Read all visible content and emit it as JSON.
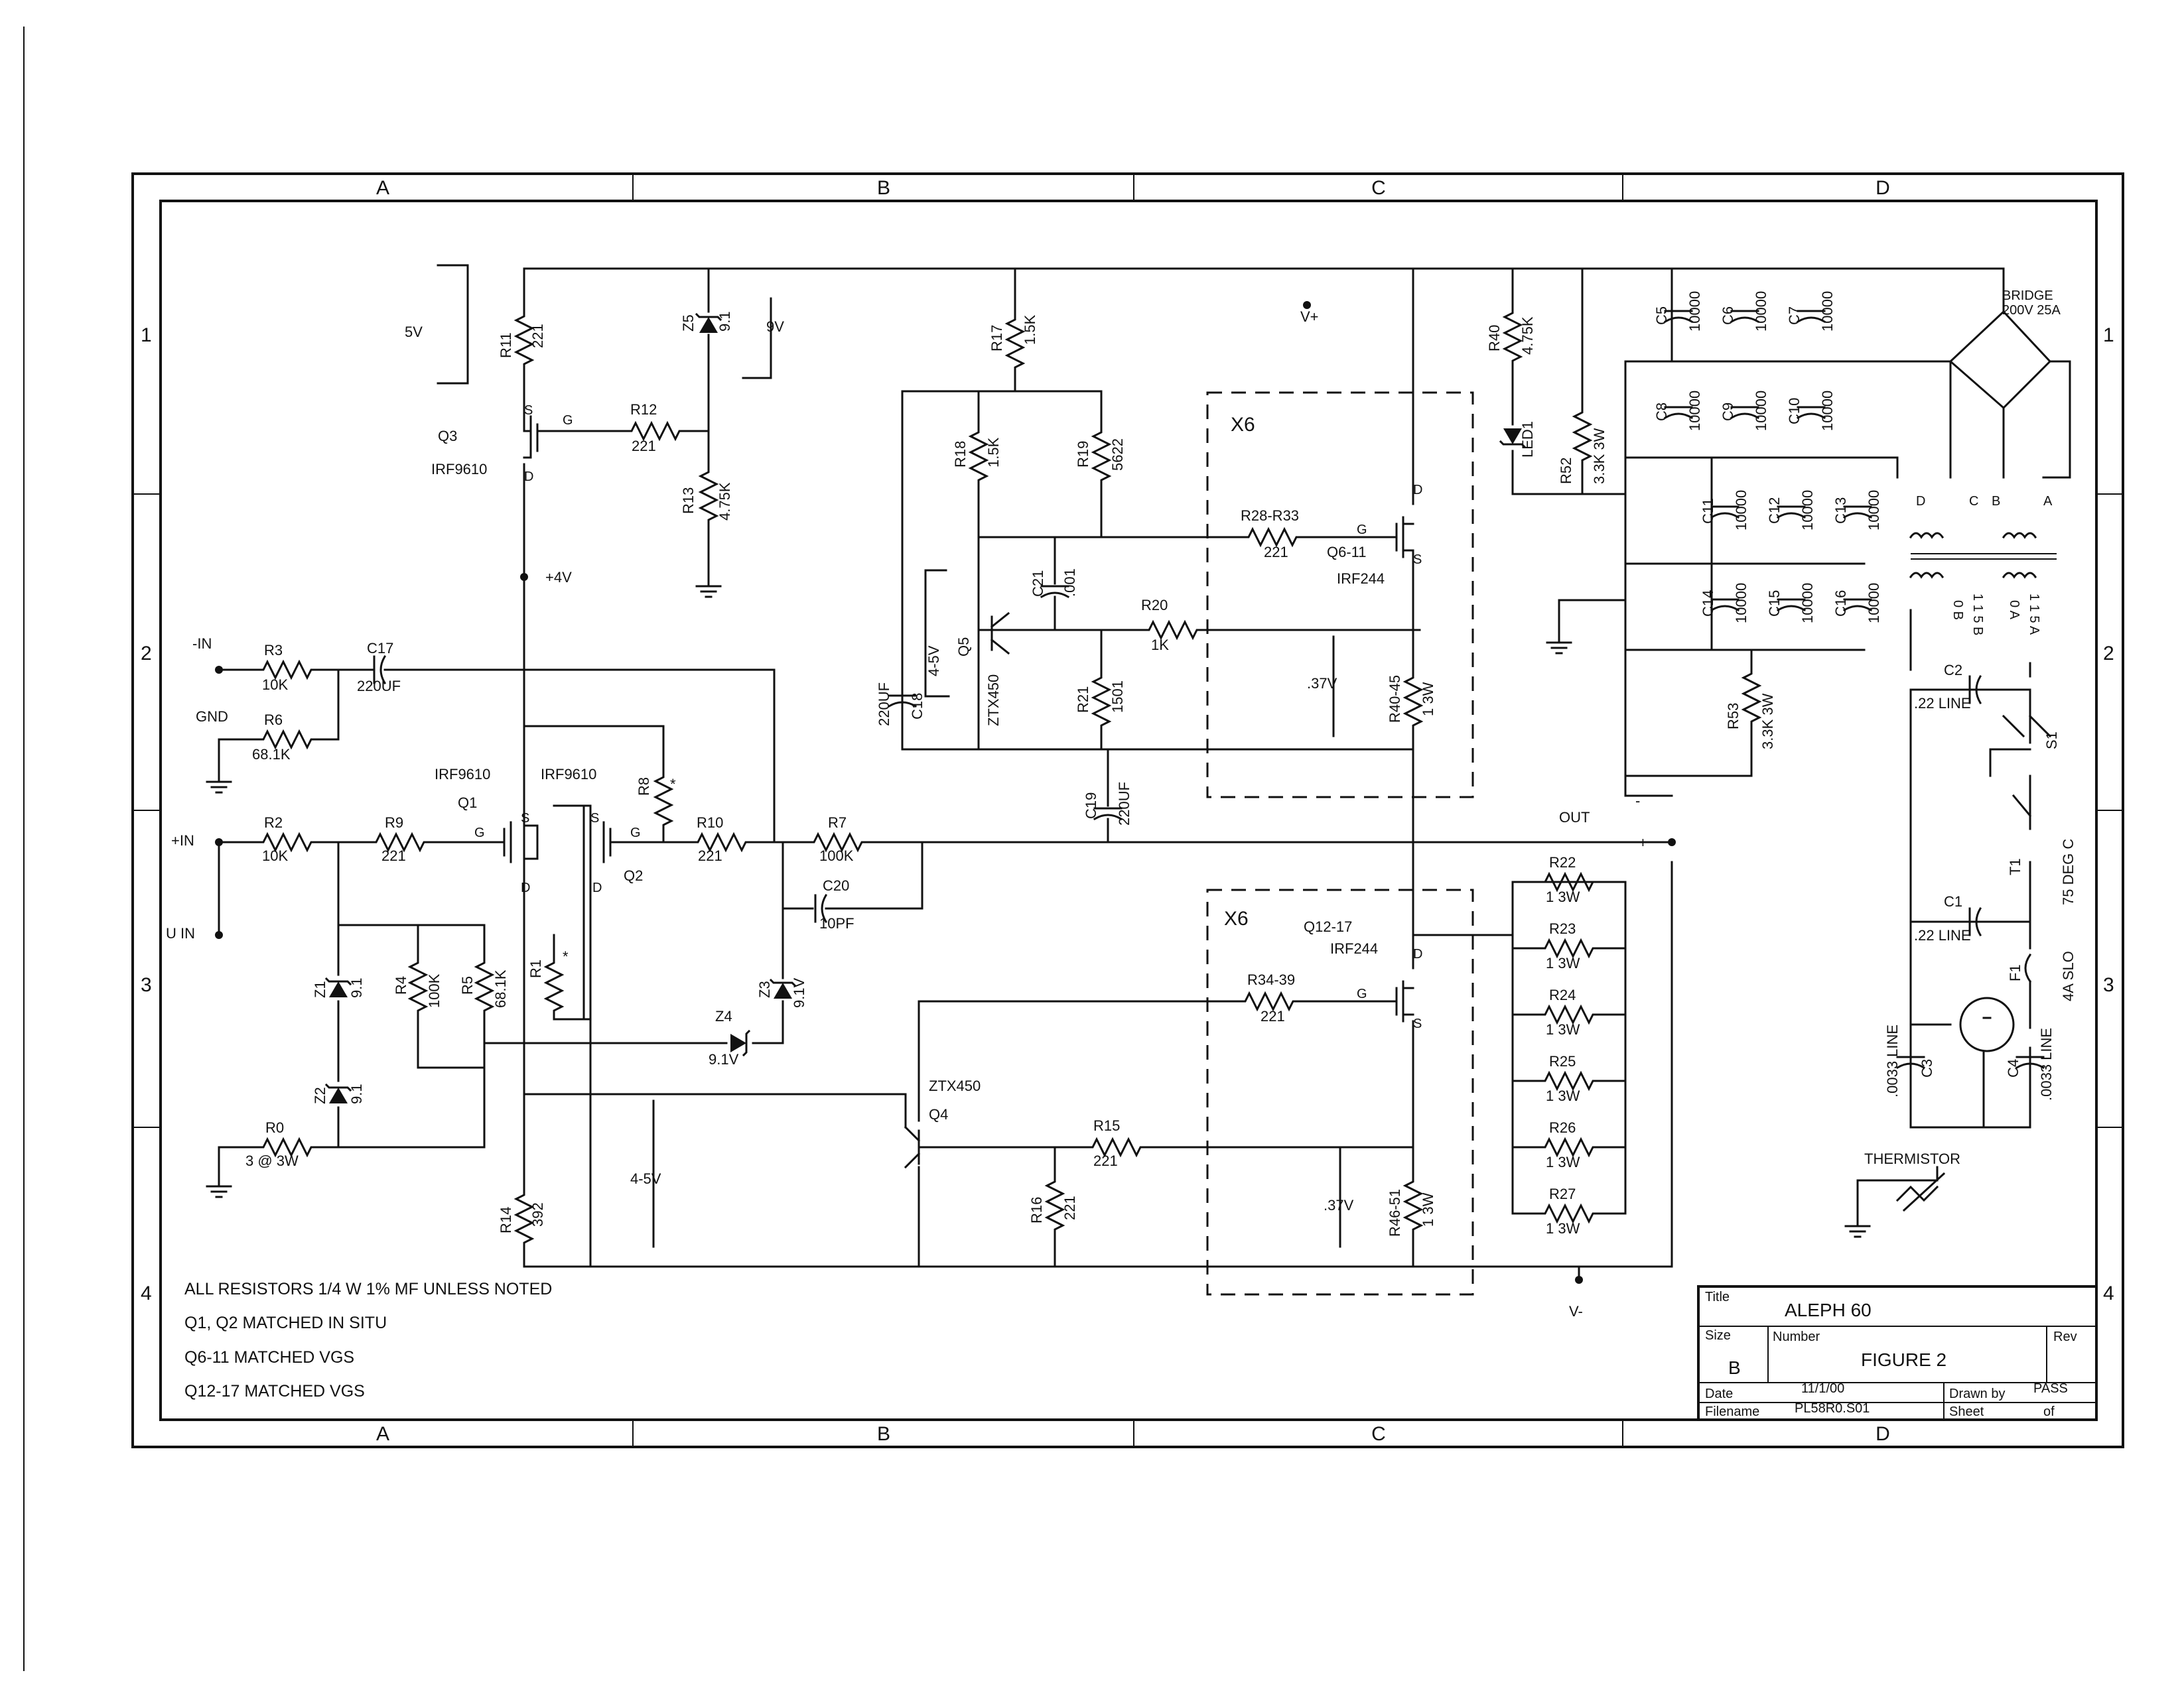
{
  "zones": {
    "cols": [
      "A",
      "B",
      "C",
      "D"
    ],
    "rows": [
      "1",
      "2",
      "3",
      "4"
    ]
  },
  "title_block": {
    "title_label": "Title",
    "title": "ALEPH 60",
    "size_label": "Size",
    "size": "B",
    "number_label": "Number",
    "number": "FIGURE 2",
    "rev_label": "Rev",
    "date_label": "Date",
    "date": "11/1/00",
    "drawn_by_label": "Drawn by",
    "drawn_by": "PASS",
    "filename_label": "Filename",
    "filename": "PL58R0.S01",
    "sheet_label": "Sheet",
    "of_label": "of"
  },
  "notes": [
    "ALL RESISTORS 1/4 W 1% MF UNLESS NOTED",
    "Q1, Q2 MATCHED IN SITU",
    "Q6-11 MATCHED VGS",
    "Q12-17 MATCHED VGS"
  ],
  "voltages": {
    "v5": "5V",
    "v9": "9V",
    "vplus": "V+",
    "vminus": "V-",
    "v4": "+4V",
    "v45a": "4-5V",
    "v45b": "4-5V",
    "v37a": ".37V",
    "v37b": ".37V"
  },
  "io": {
    "in_minus": "-IN",
    "gnd": "GND",
    "in_plus": "+IN",
    "u_in": "U IN",
    "out": "OUT",
    "out_plus": "+",
    "out_minus": "-"
  },
  "resistors": {
    "r11": {
      "ref": "R11",
      "val": "221"
    },
    "r12": {
      "ref": "R12",
      "val": "221"
    },
    "r13": {
      "ref": "R13",
      "val": "4.75K"
    },
    "r17": {
      "ref": "R17",
      "val": "1.5K"
    },
    "r18": {
      "ref": "R18",
      "val": "1.5K"
    },
    "r19": {
      "ref": "R19",
      "val": "5622"
    },
    "r20": {
      "ref": "R20",
      "val": "1K"
    },
    "r21": {
      "ref": "R21",
      "val": "1501"
    },
    "r28": {
      "ref": "R28-R33",
      "val": "221"
    },
    "r34": {
      "ref": "R34-39",
      "val": "221"
    },
    "r40": {
      "ref": "R40",
      "val": "4.75K"
    },
    "r52": {
      "ref": "R52",
      "val": "3.3K 3W"
    },
    "r53": {
      "ref": "R53",
      "val": "3.3K 3W"
    },
    "r3": {
      "ref": "R3",
      "val": "10K"
    },
    "r6": {
      "ref": "R6",
      "val": "68.1K"
    },
    "r2": {
      "ref": "R2",
      "val": "10K"
    },
    "r9": {
      "ref": "R9",
      "val": "221"
    },
    "r8": {
      "ref": "R8",
      "val": "*"
    },
    "r10": {
      "ref": "R10",
      "val": "221"
    },
    "r7": {
      "ref": "R7",
      "val": "100K"
    },
    "r1": {
      "ref": "R1",
      "val": "*"
    },
    "r4": {
      "ref": "R4",
      "val": "100K"
    },
    "r5": {
      "ref": "R5",
      "val": "68.1K"
    },
    "r0": {
      "ref": "R0",
      "val": "3 @ 3W"
    },
    "r14": {
      "ref": "R14",
      "val": "392"
    },
    "r15": {
      "ref": "R15",
      "val": "221"
    },
    "r16": {
      "ref": "R16",
      "val": "221"
    },
    "r40_45": {
      "ref": "R40-45",
      "val": "1 3W"
    },
    "r46_51": {
      "ref": "R46-51",
      "val": "1 3W"
    },
    "r22": {
      "ref": "R22",
      "val": "1 3W"
    },
    "r23": {
      "ref": "R23",
      "val": "1 3W"
    },
    "r24": {
      "ref": "R24",
      "val": "1 3W"
    },
    "r25": {
      "ref": "R25",
      "val": "1 3W"
    },
    "r26": {
      "ref": "R26",
      "val": "1 3W"
    },
    "r27": {
      "ref": "R27",
      "val": "1 3W"
    }
  },
  "capacitors": {
    "c17": {
      "ref": "C17",
      "val": "220UF"
    },
    "c18": {
      "ref": "C18",
      "val": "220UF"
    },
    "c19": {
      "ref": "C19",
      "val": "220UF"
    },
    "c20": {
      "ref": "C20",
      "val": "10PF"
    },
    "c21": {
      "ref": "C21",
      "val": ".001"
    },
    "c5": {
      "ref": "C5",
      "val": "10000"
    },
    "c6": {
      "ref": "C6",
      "val": "10000"
    },
    "c7": {
      "ref": "C7",
      "val": "10000"
    },
    "c8": {
      "ref": "C8",
      "val": "10000"
    },
    "c9": {
      "ref": "C9",
      "val": "10000"
    },
    "c10": {
      "ref": "C10",
      "val": "10000"
    },
    "c11": {
      "ref": "C11",
      "val": "10000"
    },
    "c12": {
      "ref": "C12",
      "val": "10000"
    },
    "c13": {
      "ref": "C13",
      "val": "10000"
    },
    "c14": {
      "ref": "C14",
      "val": "10000"
    },
    "c15": {
      "ref": "C15",
      "val": "10000"
    },
    "c16": {
      "ref": "C16",
      "val": "10000"
    },
    "c2": {
      "ref": "C2",
      "val": ".22 LINE"
    },
    "c1": {
      "ref": "C1",
      "val": ".22 LINE"
    },
    "c3": {
      "ref": "C3",
      "val": ".0033 LINE"
    },
    "c4": {
      "ref": "C4",
      "val": ".0033 LINE"
    }
  },
  "zeners": {
    "z5": {
      "ref": "Z5",
      "val": "9.1"
    },
    "z1": {
      "ref": "Z1",
      "val": "9.1"
    },
    "z2": {
      "ref": "Z2",
      "val": "9.1"
    },
    "z3": {
      "ref": "Z3",
      "val": "9.1V"
    },
    "z4": {
      "ref": "Z4",
      "val": "9.1V"
    }
  },
  "transistors": {
    "q3": {
      "ref": "Q3",
      "part": "IRF9610"
    },
    "q1": {
      "ref": "Q1",
      "part": "IRF9610"
    },
    "q2": {
      "ref": "Q2",
      "part": "IRF9610"
    },
    "q5": {
      "ref": "Q5",
      "part": "ZTX450"
    },
    "q4": {
      "ref": "Q4",
      "part": "ZTX450"
    },
    "q6": {
      "ref": "Q6-11",
      "part": "IRF244"
    },
    "q12": {
      "ref": "Q12-17",
      "part": "IRF244"
    }
  },
  "modules": {
    "x6a": "X6",
    "x6b": "X6"
  },
  "pins": {
    "g": "G",
    "s": "S",
    "d": "D"
  },
  "led": {
    "ref": "LED1"
  },
  "power": {
    "bridge": "BRIDGE",
    "bridge_rating": "200V 25A",
    "s1": "S1",
    "t1": "T1",
    "t1_val": "75 DEG C",
    "f1": "F1",
    "f1_val": "4A SLO",
    "thermistor": "THERMISTOR",
    "xfmr_a": "A",
    "xfmr_b": "B",
    "xfmr_c": "C",
    "xfmr_d": "D",
    "tap_0b": "0 B",
    "tap_115b": "1 1 5 B",
    "tap_0a": "0 A",
    "tap_115a": "1 1 5 A"
  }
}
